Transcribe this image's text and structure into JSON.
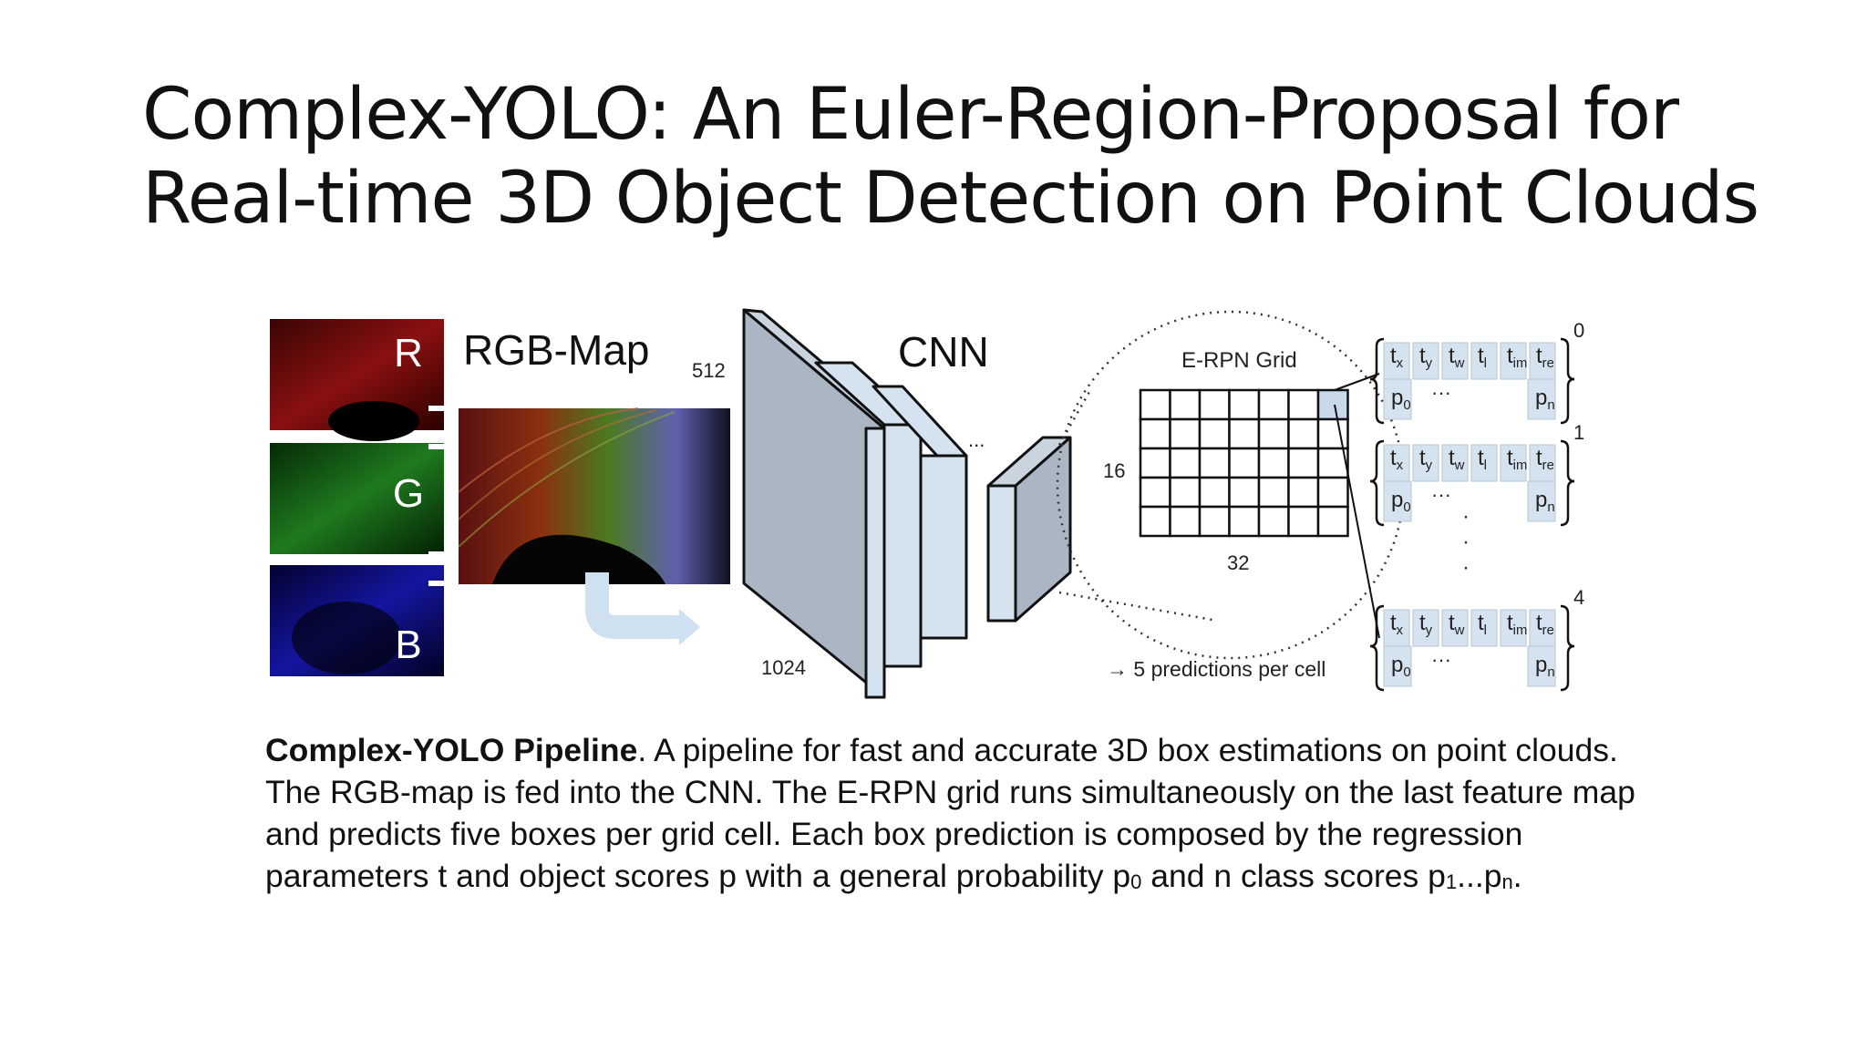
{
  "title": {
    "line1": "Complex-YOLO: An Euler-Region-Proposal for",
    "line2": "Real-time 3D Object Detection on Point Clouds"
  },
  "figure": {
    "channels": [
      "R",
      "G",
      "B"
    ],
    "rgb_map_label": "RGB-Map",
    "cnn_label": "CNN",
    "dim_512": "512",
    "dim_1024": "1024",
    "ellipsis": "...",
    "grid_label": "E-RPN Grid",
    "grid_rows": "16",
    "grid_cols": "32",
    "predictions_note": "→ 5 predictions per cell",
    "box_indices": [
      "0",
      "1",
      "4"
    ],
    "params": [
      "t",
      "t",
      "t",
      "t",
      "t",
      "t"
    ],
    "param_subs": [
      "x",
      "y",
      "w",
      "l",
      "im",
      "re"
    ],
    "p0": "p",
    "p0_sub": "0",
    "pn": "p",
    "pn_sub": "n",
    "dots": "···",
    "vdots": "·"
  },
  "caption": {
    "bold": "Complex-YOLO Pipeline",
    "rest1": ". A pipeline for fast and accurate 3D box estimations on point clouds. The RGB-map is fed into the CNN. The E-RPN grid runs simultaneously on the last feature map and predicts five boxes per grid cell. Each box prediction is composed by the regression parameters t and object scores p with a general probability p",
    "sub0": "0",
    "rest2": " and n class scores p",
    "sub1": "1",
    "rest3": "...p",
    "subn": "n",
    "end": "."
  },
  "colors": {
    "layer_face": "#aab6c4",
    "layer_light": "#d5e3f0",
    "grid_cell_highlight": "#c9d9ea",
    "arrow": "#cfe0f0"
  }
}
